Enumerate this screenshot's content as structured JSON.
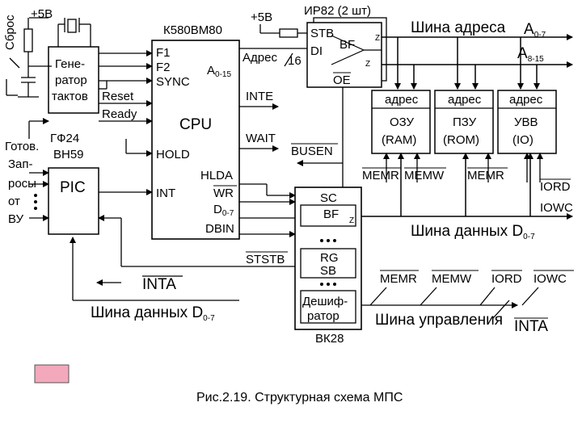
{
  "reset": "Сброс",
  "plus5v_left": "+5В",
  "plus5v_mid": "+5В",
  "clock_generator": {
    "line1": "Гене-",
    "line2": "ратор",
    "line3": "тактов"
  },
  "clock_signals": {
    "reset": "Reset",
    "ready": "Ready"
  },
  "chip_f24": "ГФ24",
  "chip_vn59": "ВН59",
  "pic": "PIC",
  "left_inputs": {
    "gotov": "Готов.",
    "za": "Зап-",
    "rosy": "росы",
    "ot": "от",
    "vu": "ВУ"
  },
  "cpu": {
    "chip": "К580ВМ80",
    "title": "CPU",
    "f1": "F1",
    "f2": "F2",
    "sync": "SYNC",
    "hold": "HOLD",
    "int": "INT",
    "addr": "A",
    "addr_sub": "0-15",
    "inte": "INTE",
    "wait": "WAIT",
    "hlda": "HLDA",
    "wr": "WR",
    "data": "D",
    "data_sub": "0-7",
    "dbin": "DBIN"
  },
  "latch": {
    "chip": "ИР82 (2 шт)",
    "stb": "STB",
    "bf": "BF",
    "di": "DI",
    "z1": "Z",
    "z2": "Z",
    "oe": "OE"
  },
  "addr_label": "Адрес",
  "addr_bits": "16",
  "address_bus": {
    "label": "Шина адреса",
    "a1": "A",
    "a1_sub": "0-7",
    "a2": "A",
    "a2_sub": "8-15"
  },
  "memory": [
    {
      "addr": "адрес",
      "name": "ОЗУ",
      "code": "(RAM)"
    },
    {
      "addr": "адрес",
      "name": "ПЗУ",
      "code": "(ROM)"
    },
    {
      "addr": "адрес",
      "name": "УВВ",
      "code": "(IO)"
    }
  ],
  "busen": "BUSEN",
  "ctrl_signals": {
    "memr1": "MEMR",
    "memw1": "MEMW",
    "memr2": "MEMR",
    "iord": "IORD",
    "iowc": "IOWC"
  },
  "vk28": {
    "sc": "SC",
    "bf": "BF",
    "z": "Z",
    "rg": "RG",
    "sb": "SB",
    "dec1": "Дешиф-",
    "dec2": "ратор",
    "chip": "ВК28"
  },
  "ststb": "STSTB",
  "inta": "INTA",
  "data_bus_right": {
    "label": "Шина данных D",
    "sub": "0-7"
  },
  "data_bus_left": {
    "label": "Шина данных D",
    "sub": "0-7"
  },
  "control_bus": {
    "label": "Шина управления",
    "memr": "MEMR",
    "memw": "MEMW",
    "iord": "IORD",
    "iowc": "IOWC",
    "inta": "INTA"
  },
  "swatch_color": "#f4a8bc",
  "caption": "Рис.2.19. Структурная схема МПС"
}
